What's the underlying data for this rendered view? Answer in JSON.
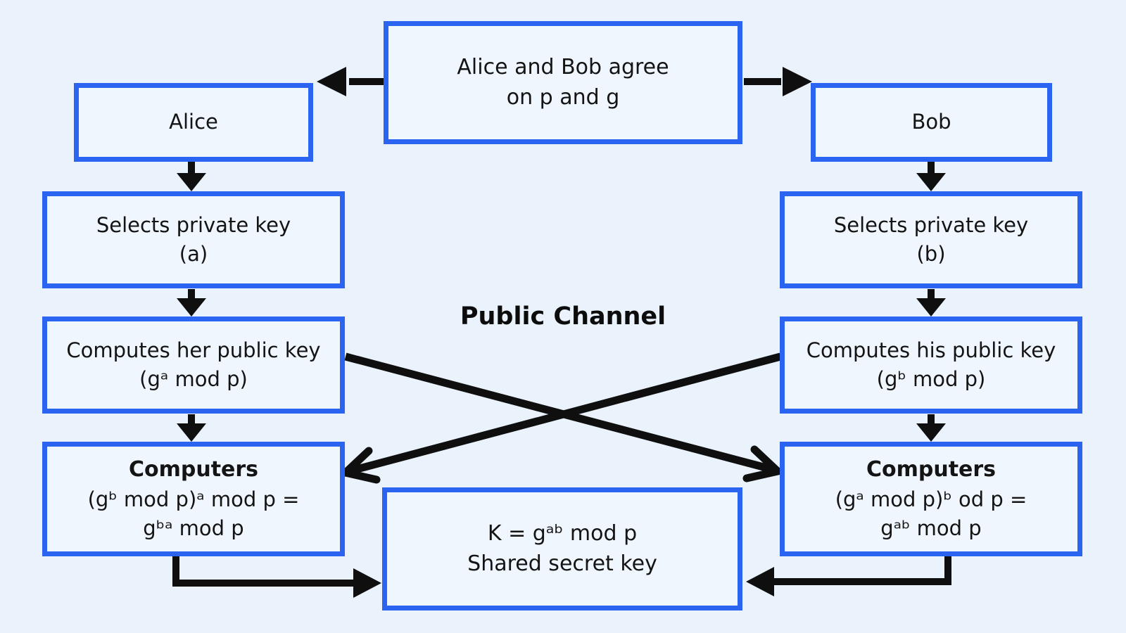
{
  "palette": {
    "background": "#eaf2fc",
    "box_fill": "#f0f6fe",
    "box_border": "#2a64f0",
    "arrow_color": "#0f0f0f",
    "text_color": "#141414"
  },
  "diagram": {
    "channel_label": "Public Channel",
    "nodes": {
      "agree": {
        "lines": [
          "Alice and Bob agree",
          "on p and g"
        ]
      },
      "alice": {
        "lines": [
          "Alice"
        ]
      },
      "bob": {
        "lines": [
          "Bob"
        ]
      },
      "alice_private": {
        "lines": [
          "Selects private key",
          "(a)"
        ]
      },
      "bob_private": {
        "lines": [
          "Selects private key",
          "(b)"
        ]
      },
      "alice_public": {
        "lines": [
          "Computes her public key",
          "(gᵃ mod p)"
        ]
      },
      "bob_public": {
        "lines": [
          "Computes his public key",
          "(gᵇ mod p)"
        ]
      },
      "alice_shared": {
        "title": "Computers",
        "lines": [
          "(gᵇ mod p)ᵃ mod p =",
          "gᵇᵃ mod p"
        ]
      },
      "bob_shared": {
        "title": "Computers",
        "lines": [
          "(gᵃ mod p)ᵇ od p =",
          "gᵃᵇ mod p"
        ]
      },
      "secret": {
        "lines": [
          "K = gᵃᵇ mod p",
          "Shared secret key"
        ]
      }
    }
  }
}
